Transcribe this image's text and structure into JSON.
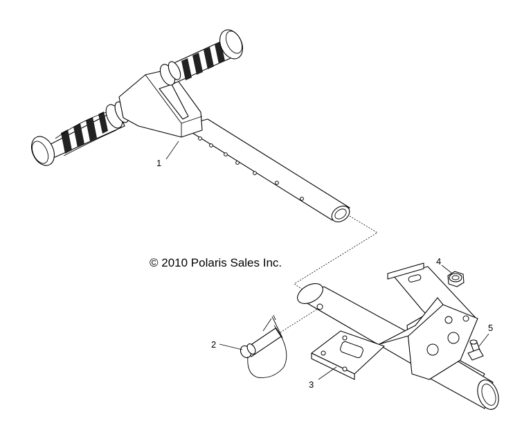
{
  "copyright": "© 2010 Polaris Sales Inc.",
  "callouts": [
    {
      "id": "callout-1",
      "label": "1"
    },
    {
      "id": "callout-2",
      "label": "2"
    },
    {
      "id": "callout-3",
      "label": "3"
    },
    {
      "id": "callout-4",
      "label": "4"
    },
    {
      "id": "callout-5",
      "label": "5"
    }
  ]
}
